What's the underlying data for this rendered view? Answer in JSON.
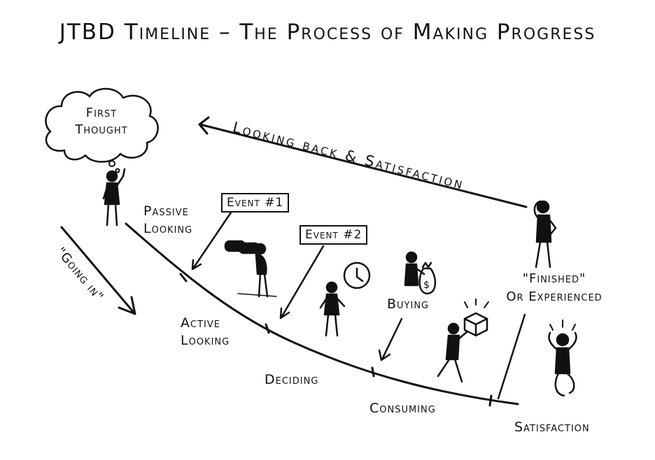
{
  "title": "JTBD Timeline – The Process of Making Progress",
  "labels": {
    "first_thought": [
      "First",
      "Thought"
    ],
    "passive_looking": [
      "Passive",
      "Looking"
    ],
    "active_looking": [
      "Active",
      "Looking"
    ],
    "deciding": "Deciding",
    "buying": "Buying",
    "consuming": "Consuming",
    "finished": [
      "\"Finished\"",
      "Or Experienced"
    ],
    "satisfaction": "Satisfaction",
    "going_in": "\"Going in\"",
    "looking_back": "Looking back & Satisfaction"
  },
  "events": {
    "event1": "Event #1",
    "event2": "Event #2"
  },
  "icons": {
    "money_bag_symbol": "$"
  }
}
